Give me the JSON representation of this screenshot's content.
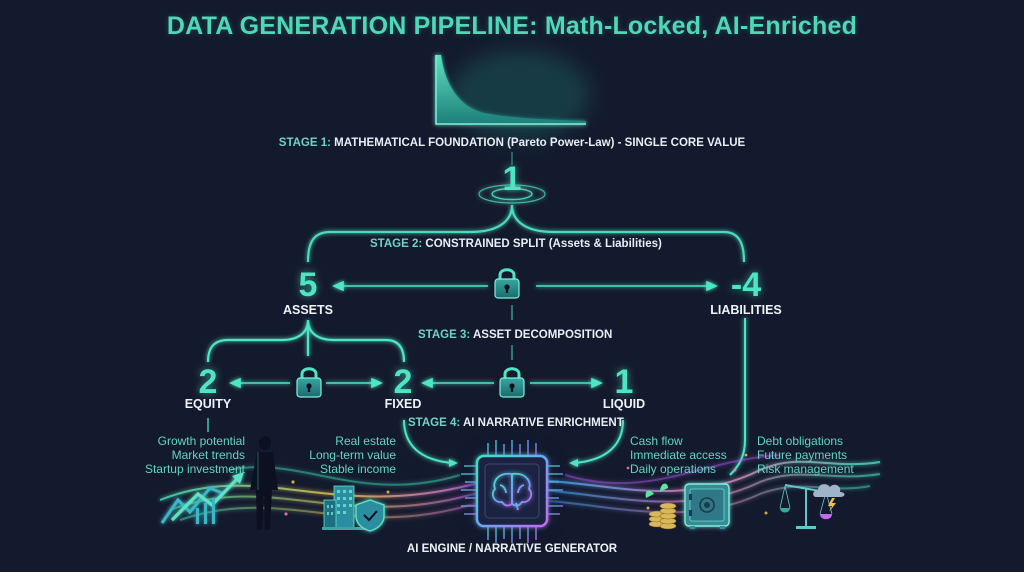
{
  "title": "DATA GENERATION PIPELINE: Math-Locked, AI-Enriched",
  "stages": [
    {
      "label": "STAGE 1:",
      "text": "MATHEMATICAL FOUNDATION (Pareto Power-Law) - SINGLE CORE VALUE"
    },
    {
      "label": "STAGE 2:",
      "text": "CONSTRAINED SPLIT (Assets & Liabilities)"
    },
    {
      "label": "STAGE 3:",
      "text": "ASSET DECOMPOSITION"
    },
    {
      "label": "STAGE 4:",
      "text": "AI NARRATIVE ENRICHMENT"
    }
  ],
  "nodes": {
    "core": {
      "value": "1"
    },
    "assets": {
      "value": "5",
      "label": "ASSETS"
    },
    "liabilities": {
      "value": "-4",
      "label": "LIABILITIES"
    },
    "equity": {
      "value": "2",
      "label": "EQUITY"
    },
    "fixed": {
      "value": "2",
      "label": "FIXED"
    },
    "liquid": {
      "value": "1",
      "label": "LIQUID"
    }
  },
  "descriptions": {
    "equity": [
      "Growth potential",
      "Market trends",
      "Startup investment"
    ],
    "fixed": [
      "Real estate",
      "Long-term value",
      "Stable income"
    ],
    "liquid": [
      "Cash flow",
      "Immediate access",
      "Daily operations"
    ],
    "liabilities": [
      "Debt obligations",
      "Future payments",
      "Risk management"
    ]
  },
  "engine_label": "AI ENGINE / NARRATIVE GENERATOR",
  "icons": {
    "pareto_curve": "pareto-curve-icon",
    "lock": "lock-icon",
    "growth_chart": "growth-chart-icon",
    "businessman": "businessman-icon",
    "building": "building-icon",
    "shield": "shield-check-icon",
    "ai_chip": "ai-brain-chip-icon",
    "coins": "coins-icon",
    "safe": "safe-icon",
    "scale": "scale-icon",
    "storm_cloud": "storm-cloud-icon"
  },
  "colors": {
    "background": "#141a2e",
    "accent": "#4ee6c2",
    "title": "#4fd8b8",
    "text": "#f0f4f8"
  }
}
